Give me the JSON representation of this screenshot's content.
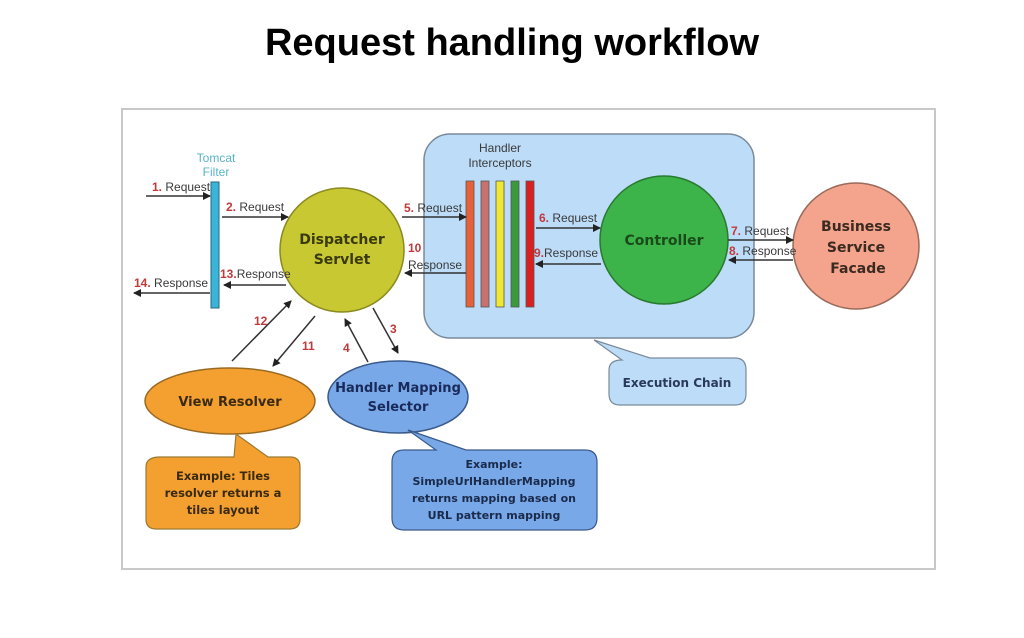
{
  "title": "Request handling workflow",
  "diagram": {
    "tomcat_filter": {
      "label_line1": "Tomcat",
      "label_line2": "Filter"
    },
    "dispatcher": {
      "line1": "Dispatcher",
      "line2": "Servlet"
    },
    "interceptors": {
      "label_line1": "Handler",
      "label_line2": "Interceptors",
      "colors": [
        "#e8603a",
        "#c97070",
        "#f0e830",
        "#3a9a3a",
        "#d82020"
      ]
    },
    "controller": {
      "label": "Controller"
    },
    "business": {
      "line1": "Business",
      "line2": "Service",
      "line3": "Facade"
    },
    "view_resolver": {
      "label": "View Resolver"
    },
    "handler_mapping": {
      "line1": "Handler Mapping",
      "line2": "Selector"
    },
    "execution_chain": {
      "label": "Execution Chain"
    },
    "tiles_callout": {
      "line1": "Example: Tiles",
      "line2": "resolver returns a",
      "line3": "tiles layout"
    },
    "mapping_callout": {
      "line1": "Example:",
      "line2": "SimpleUrlHandlerMapping",
      "line3": "returns mapping based on",
      "line4": "URL pattern mapping"
    },
    "arrows": {
      "a1": {
        "num": "1.",
        "text": "Request"
      },
      "a2": {
        "num": "2.",
        "text": "Request"
      },
      "a3": {
        "num": "3",
        "text": ""
      },
      "a4": {
        "num": "4",
        "text": ""
      },
      "a5": {
        "num": "5.",
        "text": "Request"
      },
      "a6": {
        "num": "6.",
        "text": "Request"
      },
      "a7": {
        "num": "7.",
        "text": "Request"
      },
      "a8": {
        "num": "8.",
        "text": "Response"
      },
      "a9": {
        "num": "9.",
        "text": "Response"
      },
      "a10": {
        "num": "10",
        "text": "Response"
      },
      "a11": {
        "num": "11",
        "text": ""
      },
      "a12": {
        "num": "12",
        "text": ""
      },
      "a13": {
        "num": "13.",
        "text": "Response"
      },
      "a14": {
        "num": "14.",
        "text": "Response"
      }
    },
    "colors": {
      "filter": "#3ab4d8",
      "dispatcher": "#c8c832",
      "chain_bg": "#bcdcf8",
      "controller": "#3cb44a",
      "business": "#f4a48c",
      "view_resolver": "#f4a030",
      "handler_mapping": "#78a8e8"
    }
  }
}
